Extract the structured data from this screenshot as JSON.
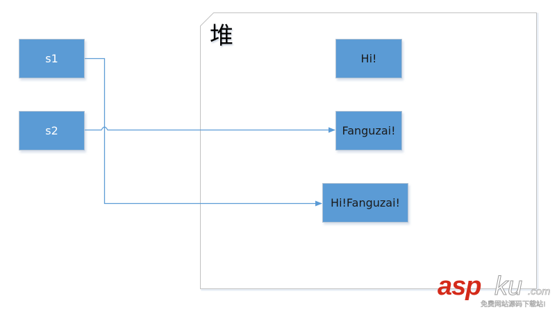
{
  "heap": {
    "title": "堆",
    "border_color": "#c0c0c0"
  },
  "variables": [
    {
      "label": "s1"
    },
    {
      "label": "s2"
    }
  ],
  "objects": [
    {
      "label": "Hi!"
    },
    {
      "label": "Fanguzai!"
    },
    {
      "label": "Hi!Fanguzai!"
    }
  ],
  "connections": [
    {
      "from": "s1",
      "to": "Hi!Fanguzai!"
    },
    {
      "from": "s2",
      "to": "Fanguzai!"
    }
  ],
  "colors": {
    "box_fill": "#5b9bd5",
    "connector": "#5b9bd5",
    "watermark_red": "#d42a1a"
  },
  "watermark": {
    "brand_main": "asp",
    "brand_ku": "ku",
    "brand_tld": ".com",
    "tagline": "免费网站源码下载站!"
  }
}
